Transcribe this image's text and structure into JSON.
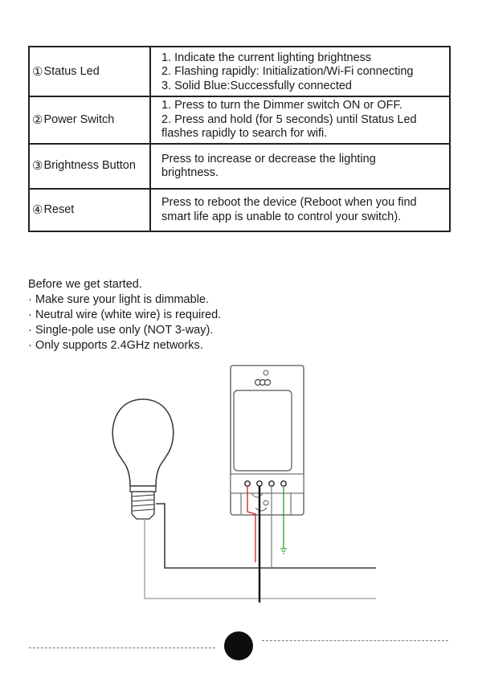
{
  "table": {
    "rows": [
      {
        "number": "①",
        "label": "Status Led",
        "lines": [
          "1. Indicate the current lighting brightness",
          "2. Flashing rapidly: Initialization/Wi-Fi connecting",
          "3. Solid Blue:Successfully connected"
        ]
      },
      {
        "number": "②",
        "label": "Power Switch",
        "lines": [
          "1. Press to turn the Dimmer switch ON or OFF.",
          "2. Press and hold (for 5 seconds) until Status Led",
          "flashes rapidly to search for wifi."
        ]
      },
      {
        "number": "③",
        "label": "Brightness Button",
        "lines": [
          "Press to increase or decrease the lighting",
          "brightness."
        ]
      },
      {
        "number": "④",
        "label": "Reset",
        "lines": [
          "Press to reboot the device (Reboot when you find",
          "smart life app is unable to control your switch)."
        ]
      }
    ]
  },
  "intro": {
    "title": "Before we get started.",
    "items": [
      "Make sure your light is dimmable.",
      "Neutral wire (white wire) is required.",
      "Single-pole use only (NOT 3-way).",
      "Only supports 2.4GHz networks."
    ],
    "bullet": "·"
  },
  "diagram": {
    "wire_colors": {
      "load": "#d21f1f",
      "neutral": "#999999",
      "line": "#111111",
      "ground": "#2aa22a",
      "extra": "#444444"
    }
  }
}
